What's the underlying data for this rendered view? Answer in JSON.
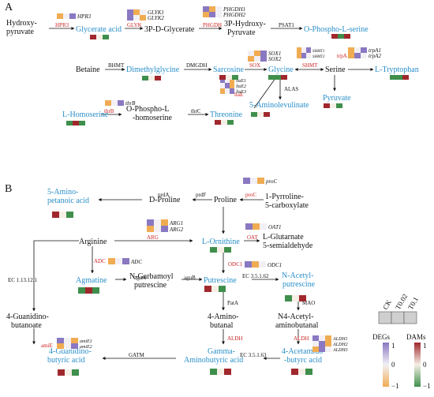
{
  "panels": {
    "a": "A",
    "b": "B"
  },
  "colors": {
    "metabolite_highlight": "#2a8fc9",
    "enzyme": "#cc1f1f",
    "degs_high": "#8a78c2",
    "degs_mid": "#f2f0f5",
    "degs_low": "#f0ac52",
    "dams_high": "#a0282d",
    "dams_mid": "#f6efe6",
    "dams_low": "#3f8f4c"
  },
  "nodes_a": {
    "hydroxypyruvate": [
      "Hydroxy-",
      "pyruvate"
    ],
    "glycerate_acid": "Glycerate acid",
    "p3_d_glycerate": "3P-D-Glycerate",
    "p3_hydroxy_pyruvate": [
      "3P-Hydroxy-",
      "Pyruvate"
    ],
    "o_phospho_l_serine": "O-Phospho-L-serine",
    "betaine": "Betaine",
    "dimethylglycine": "Dimethylglycine",
    "sarcosine": "Sarcosine",
    "glycine": "Glycine",
    "serine": "Serine",
    "l_tryptophan": "L-Tryptophan",
    "pyruvate": "Pyruvate",
    "l_homoserine": "L-Homoserine",
    "o_phospho_l_homoserine": [
      "O-Phospho-L",
      "-homoserine"
    ],
    "threonine": "Threonine",
    "aminolevulinate": "5-Aminolevulinate"
  },
  "enzymes_a": {
    "hpr3": "HPR3",
    "glyk": "GLYK",
    "phgdh": "PHGDH",
    "psat1": "PSAT1",
    "bhmt": "BHMT",
    "dmgdh": "DMGDH",
    "sox": "SOX",
    "shmt": "SHMT",
    "trpa": "trpA",
    "thrb": "thrB",
    "thrc": "thrC",
    "ltae": "ltaE",
    "alas": "ALAS"
  },
  "genes_a": {
    "hpr3": [
      "HPR3"
    ],
    "glyk": [
      "GLYK1",
      "GLYK2"
    ],
    "phgdh": [
      "PHGDH1",
      "PHGDH2"
    ],
    "sox": [
      "SOX1",
      "SOX2"
    ],
    "shmt": [
      "SHMT1",
      "SHMT2"
    ],
    "trpa": [
      "trpA1",
      "trpA2"
    ],
    "thrb": [
      "thrB"
    ],
    "ltae": [
      "ltaE1",
      "ltaE2",
      "ltaE3"
    ]
  },
  "nodes_b": {
    "aminopentanoic": [
      "5-Amino-",
      "petanoic acid"
    ],
    "d_proline": "D-Proline",
    "proline": "Proline",
    "pyrroline": [
      "1-Pyrroline-",
      "5-carboxylate"
    ],
    "arginine": "Arginine",
    "l_ornithine": "L-Ornithine",
    "l_glutarnate": [
      "L-Glutarnate",
      "5-semialdehyde"
    ],
    "agmatine": "Agmatine",
    "n_garbamoyl": [
      "N-Garbamoyl",
      "putrescine"
    ],
    "putrescine": "Putrescine",
    "n_acetyl_putrescine": [
      "N-Acetyl-",
      "putrescine"
    ],
    "guanidinobutanoate": [
      "4-Guanidino-",
      "butanoate"
    ],
    "aminobutanal": [
      "4-Amino-",
      "butanal"
    ],
    "n4_acetyl": [
      "N4-Acetyl-",
      "aminobutanal"
    ],
    "guanidinobutyric": [
      "4-Guanidino-",
      "butyric acid"
    ],
    "gaba": [
      "Gamma-",
      "Aminobutyric acid"
    ],
    "acetamido": [
      "4-Acetamido-",
      "-butyrc acid"
    ]
  },
  "enzymes_b": {
    "prda": "prdA",
    "prdf": "prdF",
    "proc": "proC",
    "arg": "ARG",
    "oat": "OAT",
    "adc": "ADC",
    "odc1": "ODC1",
    "agua": "aguA",
    "agub": "aguB",
    "ec3516a": "EC 3.5.1.62",
    "pata": "PatA",
    "mao": "MAO",
    "ec113121": "EC 1.13.12.1",
    "amie": "amiE",
    "aldh_a": "ALDH",
    "aldh_b": "ALDH",
    "gatm": "GATM",
    "ec3516b": "EC 3.5.1.63"
  },
  "genes_b": {
    "proc": [
      "proC"
    ],
    "arg": [
      "ARG1",
      "ARG2"
    ],
    "oat": [
      "OAT1"
    ],
    "adc": [
      "ADC"
    ],
    "odc1": [
      "ODC1"
    ],
    "amie": [
      "amiE1",
      "amiE2"
    ],
    "aldh": [
      "ALDH1",
      "ALDH2",
      "ALDH3"
    ]
  },
  "legend": {
    "columns": [
      "CK",
      "T0.02",
      "T0.1"
    ],
    "degs_title": "DEGs",
    "dams_title": "DAMs",
    "degs_ticks": [
      "1",
      "0",
      "−1"
    ],
    "dams_ticks": [
      "1",
      "0",
      "−1"
    ]
  }
}
